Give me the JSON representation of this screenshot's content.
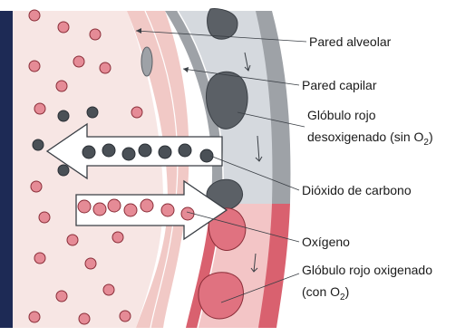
{
  "colors": {
    "frame": "#1d2a55",
    "alveolus_fill": "#f7e6e4",
    "alveolar_wall": "#f1c9c6",
    "capillary_wall": "#9ea2a7",
    "capillary_lumen_upper": "#d5d9de",
    "capillary_lumen_lower": "#f3c5c6",
    "outer_wall_lower": "#d9616f",
    "rbc_deoxygenated": "#5b6066",
    "rbc_oxygenated": "#e07280",
    "co2_dot": "#4a5056",
    "o2_dot": "#e58b96"
  },
  "labels": {
    "alveolar_wall": "Pared alveolar",
    "capillary_wall": "Pared capilar",
    "deoxygenated_rbc_line1": "Glóbulo rojo",
    "deoxygenated_rbc_line2_pre": "desoxigenado (sin O",
    "deoxygenated_rbc_line2_sub": "2",
    "deoxygenated_rbc_line2_post": ")",
    "carbon_dioxide": "Dióxido de carbono",
    "oxygen": "Oxígeno",
    "oxygenated_rbc_line1": "Glóbulo rojo oxigenado",
    "oxygenated_rbc_line2_pre": "(con O",
    "oxygenated_rbc_line2_sub": "2",
    "oxygenated_rbc_line2_post": ")"
  },
  "icons": {
    "co2_arrow": "left-arrow",
    "o2_arrow": "right-arrow"
  }
}
